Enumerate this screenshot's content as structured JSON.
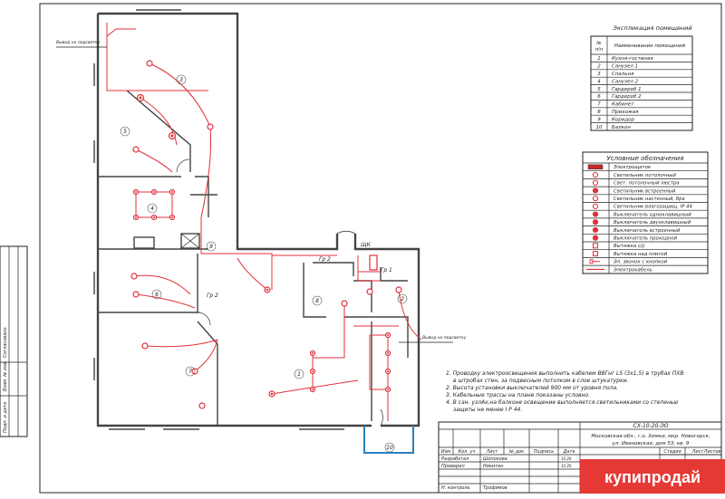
{
  "explication": {
    "title": "Экспликация помещений",
    "col_no": "№ п/п",
    "col_name": "Наименование помещений",
    "rows": [
      {
        "no": "1",
        "name": "Кухня-гостиная"
      },
      {
        "no": "2",
        "name": "Санузел 1"
      },
      {
        "no": "3",
        "name": "Спальня"
      },
      {
        "no": "4",
        "name": "Санузел 2"
      },
      {
        "no": "5",
        "name": "Гардероб 1"
      },
      {
        "no": "6",
        "name": "Гардероб 2"
      },
      {
        "no": "7",
        "name": "Кабинет"
      },
      {
        "no": "8",
        "name": "Прихожая"
      },
      {
        "no": "9",
        "name": "Коридор"
      },
      {
        "no": "10",
        "name": "Балкон"
      }
    ]
  },
  "legend": {
    "title": "Условные обозначения",
    "items": [
      {
        "symbol": "panel-icon",
        "label": "Электрощиток"
      },
      {
        "symbol": "ceiling-light-icon",
        "label": "Светильник потолочный"
      },
      {
        "symbol": "chandelier-icon",
        "label": "Свет. потолочный люстра"
      },
      {
        "symbol": "recessed-light-icon",
        "label": "Светильник встроенный"
      },
      {
        "symbol": "wall-light-icon",
        "label": "Светильник настенный, бра"
      },
      {
        "symbol": "moisture-light-icon",
        "label": "Светильник влагозащищ. IP 44"
      },
      {
        "symbol": "switch-single-icon",
        "label": "Выключатель одноклавишный"
      },
      {
        "symbol": "switch-double-icon",
        "label": "Выключатель двухклавишный"
      },
      {
        "symbol": "switch-builtin-icon",
        "label": "Выключатель встроенный"
      },
      {
        "symbol": "switch-pass-icon",
        "label": "Выключатель проходной"
      },
      {
        "symbol": "exhaust-icon",
        "label": "Вытяжка с/у"
      },
      {
        "symbol": "hood-icon",
        "label": "Вытяжка над плитой"
      },
      {
        "symbol": "doorbell-icon",
        "label": "Эл. звонок с кнопкой"
      },
      {
        "symbol": "cable-icon",
        "label": "Электрокабель"
      }
    ]
  },
  "notes": [
    "1. Проводку электроосвещения выполнить кабелем ВВГнг LS (3х1,5) в трубах ПХВ",
    "в штробах стен, за подвесным потолком в слое штукатурки.",
    "2. Высота установки выключателей 900 мм от уровня пола.",
    "3. Кабельные трассы на плане показаны условно.",
    "4. В сан. узлАх,на балконе освещение выполняется светильниками со степенью",
    "защиты не менее I P 44."
  ],
  "plan_labels": {
    "outlet_top": "Вывод на подсветку",
    "outlet_right": "Вывод на подсветку",
    "panel": "ЩК",
    "gr1": "Гр 1",
    "gr2a": "Гр 2",
    "gr2b": "Гр 2",
    "rooms": [
      "1",
      "2",
      "3",
      "4",
      "5",
      "6",
      "7",
      "8",
      "9",
      "10"
    ]
  },
  "title_block": {
    "doc_code": "СХ-10-20-ЭО",
    "address_1": "Московская обл., г.о. Химки, мкр. Новогорск,",
    "address_2": "ул. Ивановская, дом 53, кв. 9",
    "h_izm": "Изм",
    "h_kol": "Кол. уч",
    "h_list": "Лист",
    "h_doc": "№ док",
    "h_sign": "Подпись",
    "h_date": "Дата",
    "role_1": "Разработал",
    "name_1": "Шопокова",
    "date_1": "10.20",
    "role_2": "Проверил",
    "name_2": "Никитен",
    "date_2": "10.20",
    "role_3": "Н. контроль",
    "name_3": "Трофимов",
    "h_stage": "Стадия",
    "h_sheet": "Лист",
    "h_sheets": "Листов"
  },
  "side_stamp": {
    "agreed": "Согласовано",
    "inv_no": "Взам. № инв.",
    "sign_date": "Подп. и дата"
  },
  "watermark": "купипродай"
}
